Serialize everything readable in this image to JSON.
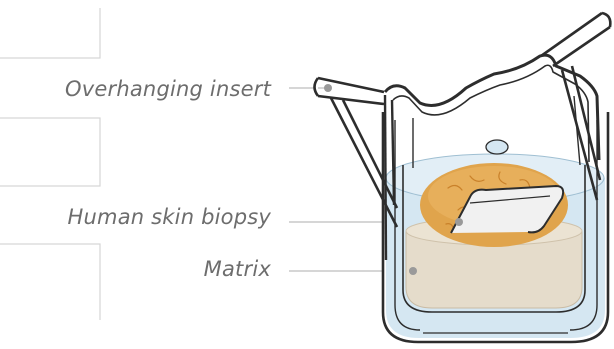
{
  "labels": {
    "insert": "Overhanging insert",
    "biopsy": "Human skin biopsy",
    "matrix": "Matrix"
  },
  "colors": {
    "medium": "#d5e7f2",
    "biopsy": "#e0a44c",
    "matrix": "#e5dccb",
    "outline": "#2d2d2d",
    "leader": "#bdbdbd",
    "label": "#6d6d6d"
  }
}
